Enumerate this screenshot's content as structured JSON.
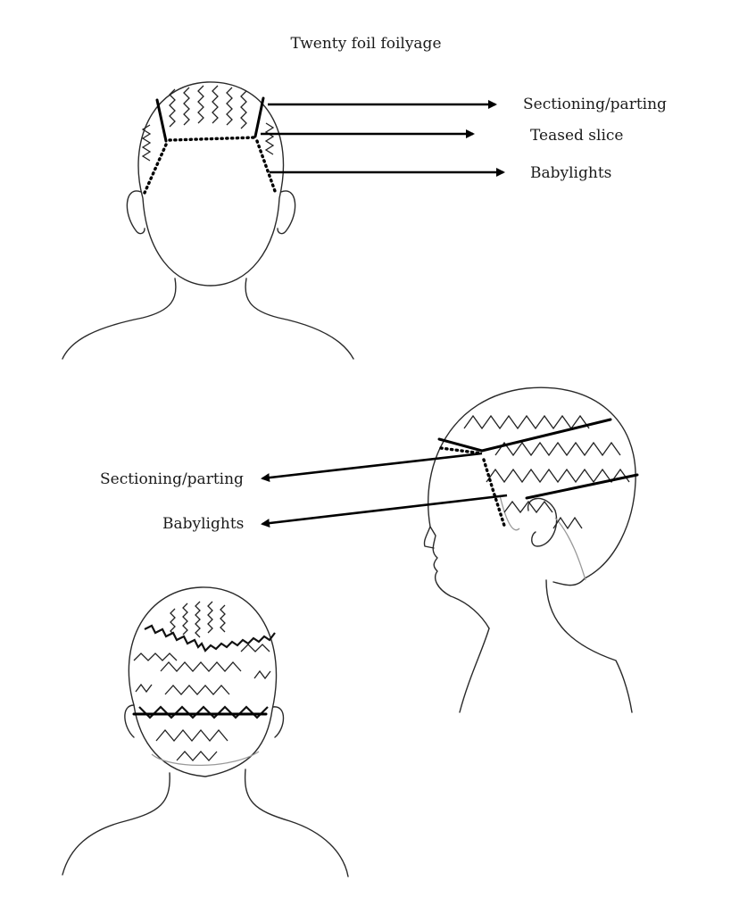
{
  "title": "Twenty foil foilyage",
  "front_view": {
    "labels": {
      "sectioning": "Sectioning/parting",
      "teased": "Teased slice",
      "babylights": "Babylights"
    }
  },
  "side_view": {
    "labels": {
      "sectioning": "Sectioning/parting",
      "babylights": "Babylights"
    }
  },
  "back_view": {}
}
